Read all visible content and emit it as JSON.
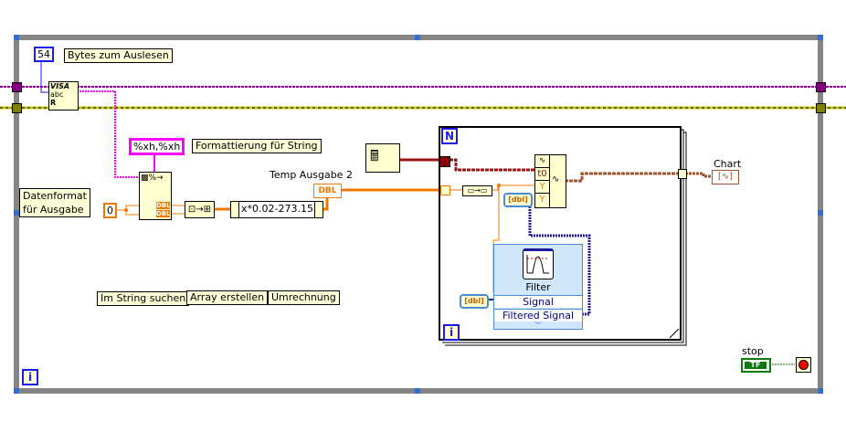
{
  "diagram": {
    "type": "LabVIEW block diagram",
    "while_loop": {
      "iteration_terminal": "i",
      "stop_label": "stop",
      "stop_terminal_type": "TF"
    },
    "for_loop": {
      "count_terminal": "N",
      "iteration_terminal": "i"
    },
    "constants": {
      "bytes_to_read": "54",
      "format_string": "%xh,%xh",
      "zero": "0"
    },
    "comments": {
      "bytes_label": "Bytes zum Auslesen",
      "format_label": "Formattierung für String",
      "datenformat_line1": "Datenformat",
      "datenformat_line2": "für Ausgabe",
      "search_string": "Im String suchen",
      "build_array": "Array erstellen",
      "conversion": "Umrechnung"
    },
    "nodes": {
      "visa_read": {
        "line1": "VISA",
        "line2": "abc",
        "line3": "R"
      },
      "formula": "x*0.02-273.15",
      "temp_indicator_label": "Temp Ausgabe 2",
      "temp_indicator_type": "DBL",
      "chart_label": "Chart",
      "scan_outputs": [
        "DBL",
        "DBL"
      ],
      "build_waveform_inputs": [
        "t0",
        "Y",
        "Y"
      ],
      "filter": {
        "title": "Filter",
        "input": "Signal",
        "output": "Filtered Signal"
      },
      "conversion_type": "[dbl]"
    },
    "colors": {
      "frame": "#858585",
      "string_wire": "#ff00ff",
      "visa_wire": "#800080",
      "error_wire": "#c8c800",
      "numeric_wire": "#f07800",
      "waveform_wire": "#a0522d",
      "dynamic_wire": "#1a1aa0",
      "comment_bg": "#ffffd8"
    }
  }
}
